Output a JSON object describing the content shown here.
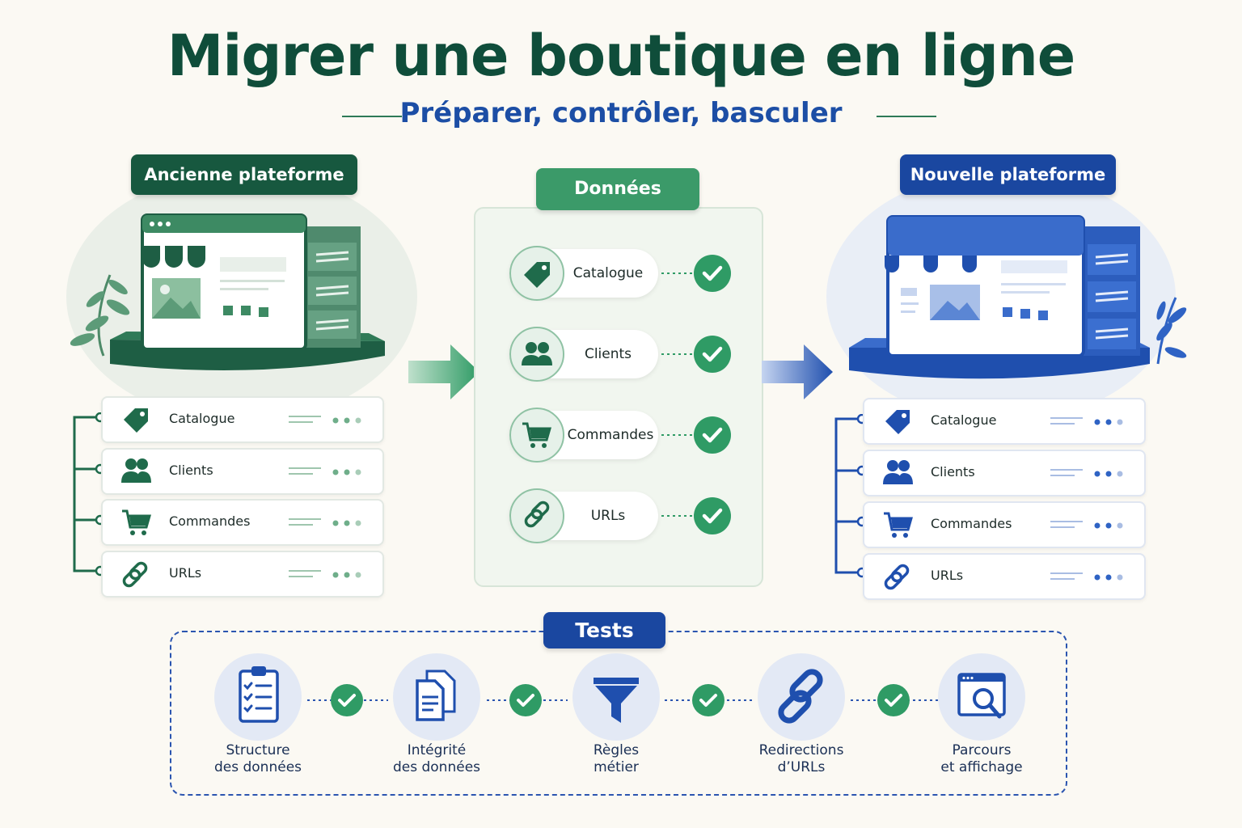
{
  "header": {
    "title": "Migrer une boutique en ligne",
    "subtitle": "Préparer, contrôler, basculer"
  },
  "old_platform": {
    "label": "Ancienne plateforme",
    "items": [
      {
        "label": "Catalogue",
        "icon": "tag-icon"
      },
      {
        "label": "Clients",
        "icon": "users-icon"
      },
      {
        "label": "Commandes",
        "icon": "cart-icon"
      },
      {
        "label": "URLs",
        "icon": "link-icon"
      }
    ],
    "color": "#1f6b4b"
  },
  "data_column": {
    "label": "Données",
    "items": [
      {
        "label": "Catalogue",
        "icon": "tag-icon"
      },
      {
        "label": "Clients",
        "icon": "users-icon"
      },
      {
        "label": "Commandes",
        "icon": "cart-icon"
      },
      {
        "label": "URLs",
        "icon": "link-icon"
      }
    ],
    "color": "#3b9a69"
  },
  "new_platform": {
    "label": "Nouvelle plateforme",
    "items": [
      {
        "label": "Catalogue",
        "icon": "tag-icon"
      },
      {
        "label": "Clients",
        "icon": "users-icon"
      },
      {
        "label": "Commandes",
        "icon": "cart-icon"
      },
      {
        "label": "URLs",
        "icon": "link-icon"
      }
    ],
    "color": "#1f4fae"
  },
  "tests": {
    "label": "Tests",
    "steps": [
      {
        "line1": "Structure",
        "line2": "des données",
        "icon": "clipboard-checklist-icon"
      },
      {
        "line1": "Intégrité",
        "line2": "des données",
        "icon": "documents-icon"
      },
      {
        "line1": "Règles",
        "line2": "métier",
        "icon": "funnel-icon"
      },
      {
        "line1": "Redirections",
        "line2": "d’URLs",
        "icon": "link-icon"
      },
      {
        "line1": "Parcours",
        "line2": "et affichage",
        "icon": "browser-search-icon"
      }
    ]
  }
}
